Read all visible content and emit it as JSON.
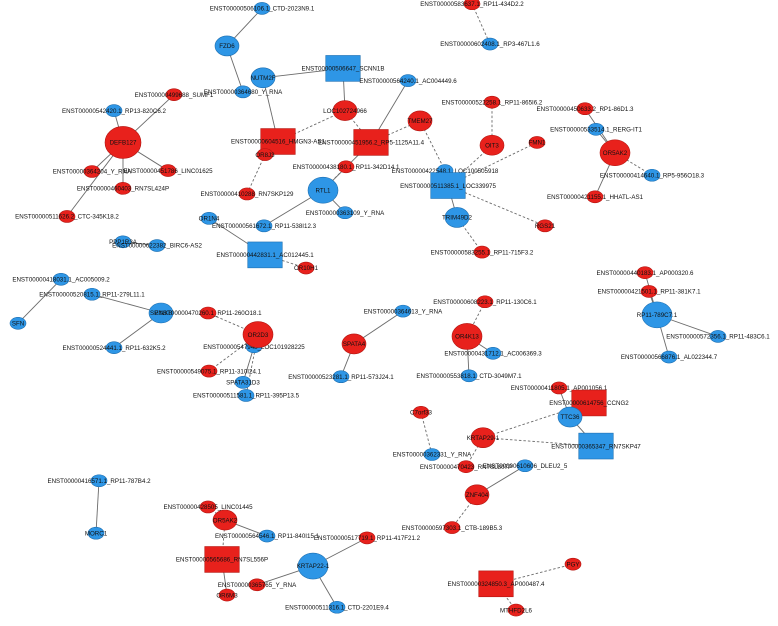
{
  "colors": {
    "up": "#e8211c",
    "down": "#2e96e6",
    "edge": "#6b6b6b"
  },
  "nodes": [
    {
      "id": "n1",
      "label": "ENST00000506106.1_CTD-2023N9.1",
      "color": "down",
      "shape": "circle",
      "size": "s"
    },
    {
      "id": "n2",
      "label": "FZD6",
      "color": "down",
      "shape": "circle",
      "size": "m"
    },
    {
      "id": "n3",
      "label": "ENST00000364680_Y_RNA",
      "color": "down",
      "shape": "circle",
      "size": "s"
    },
    {
      "id": "n4",
      "label": "ENST00000583637.1_RP11-434D2.2",
      "color": "up",
      "shape": "circle",
      "size": "s"
    },
    {
      "id": "n5",
      "label": "ENST00000602408.1_RP3-467L1.6",
      "color": "down",
      "shape": "circle",
      "size": "s"
    },
    {
      "id": "n6",
      "label": "ENST00000506647_SCNN1B",
      "color": "down",
      "shape": "square",
      "size": "l"
    },
    {
      "id": "n7",
      "label": "NUTM2F",
      "color": "down",
      "shape": "circle",
      "size": "m"
    },
    {
      "id": "n8",
      "label": "ENST00000564240.1_AC004449.6",
      "color": "down",
      "shape": "circle",
      "size": "s"
    },
    {
      "id": "n9",
      "label": "LOC102724966",
      "color": "up",
      "shape": "circle",
      "size": "m"
    },
    {
      "id": "n10",
      "label": "ENST00000499688_SUMF1",
      "color": "up",
      "shape": "circle",
      "size": "s"
    },
    {
      "id": "n11",
      "label": "ENST00000542420.1_RP13-820C6.2",
      "color": "down",
      "shape": "circle",
      "size": "s"
    },
    {
      "id": "n12",
      "label": "DEFB127",
      "color": "up",
      "shape": "circle",
      "size": "xl"
    },
    {
      "id": "n13",
      "label": "ENST00000364204_Y_RNA",
      "color": "up",
      "shape": "circle",
      "size": "s"
    },
    {
      "id": "n14",
      "label": "ENST00000451786_LINC01625",
      "color": "up",
      "shape": "circle",
      "size": "s"
    },
    {
      "id": "n15",
      "label": "ENST00000460403_RN7SL424P",
      "color": "up",
      "shape": "circle",
      "size": "s"
    },
    {
      "id": "n16",
      "label": "ENST00000511626.2_CTC-345K18.2",
      "color": "up",
      "shape": "circle",
      "size": "s"
    },
    {
      "id": "n17",
      "label": "ENST00000604516_HMGN3-AS1",
      "color": "up",
      "shape": "square",
      "size": "l"
    },
    {
      "id": "n18",
      "label": "OR8J3",
      "color": "up",
      "shape": "circle",
      "size": "s"
    },
    {
      "id": "n19",
      "label": "ENST00000410288_RN7SKP129",
      "color": "up",
      "shape": "circle",
      "size": "s"
    },
    {
      "id": "n20",
      "label": "ENST00000451956.2_RP5-1125A11.4",
      "color": "up",
      "shape": "square",
      "size": "l"
    },
    {
      "id": "n21",
      "label": "TMEM27",
      "color": "up",
      "shape": "circle",
      "size": "m"
    },
    {
      "id": "n22",
      "label": "ENST00000438180.1_RP11-342D14.1",
      "color": "up",
      "shape": "circle",
      "size": "s"
    },
    {
      "id": "n23",
      "label": "ENST00000422548.1_LOC100505918",
      "color": "down",
      "shape": "circle",
      "size": "s"
    },
    {
      "id": "n24",
      "label": "RTL1",
      "color": "down",
      "shape": "circle",
      "size": "l"
    },
    {
      "id": "n25",
      "label": "ENST00000561672.1_RP11-538I12.3",
      "color": "down",
      "shape": "circle",
      "size": "s"
    },
    {
      "id": "n26",
      "label": "ENST00000363109_Y_RNA",
      "color": "down",
      "shape": "circle",
      "size": "s"
    },
    {
      "id": "n27",
      "label": "ENST00000522258.1_RP11-865I6.2",
      "color": "up",
      "shape": "circle",
      "size": "s"
    },
    {
      "id": "n28",
      "label": "OIT3",
      "color": "up",
      "shape": "circle",
      "size": "m"
    },
    {
      "id": "n29",
      "label": "ENST00000511385.1_LOC339975",
      "color": "down",
      "shape": "square",
      "size": "l"
    },
    {
      "id": "n30",
      "label": "FMN1",
      "color": "up",
      "shape": "circle",
      "size": "s"
    },
    {
      "id": "n31",
      "label": "TRIM49D2",
      "color": "down",
      "shape": "circle",
      "size": "m"
    },
    {
      "id": "n32",
      "label": "RGS21",
      "color": "up",
      "shape": "circle",
      "size": "s"
    },
    {
      "id": "n33",
      "label": "ENST00000583255.1_RP11-715F3.2",
      "color": "up",
      "shape": "circle",
      "size": "s"
    },
    {
      "id": "n34",
      "label": "ENST00000450633.2_RP1-86D1.3",
      "color": "up",
      "shape": "circle",
      "size": "s"
    },
    {
      "id": "n35",
      "label": "ENST00000533514.1_RERG-IT1",
      "color": "down",
      "shape": "circle",
      "size": "s"
    },
    {
      "id": "n36",
      "label": "OR5AK2",
      "color": "up",
      "shape": "circle",
      "size": "l"
    },
    {
      "id": "n37",
      "label": "ENST00000414640.1_RP5-956O18.3",
      "color": "down",
      "shape": "circle",
      "size": "s"
    },
    {
      "id": "n38",
      "label": "ENST00000421155.1_HHATL-AS1",
      "color": "up",
      "shape": "circle",
      "size": "s"
    },
    {
      "id": "n39",
      "label": "OR1N4",
      "color": "down",
      "shape": "circle",
      "size": "s"
    },
    {
      "id": "n40",
      "label": "ENST00000442831.1_AC012445.1",
      "color": "down",
      "shape": "square",
      "size": "l"
    },
    {
      "id": "n41",
      "label": "OR10H1",
      "color": "up",
      "shape": "circle",
      "size": "s"
    },
    {
      "id": "n42",
      "label": "PPP1R3A",
      "color": "down",
      "shape": "circle",
      "size": "s"
    },
    {
      "id": "n43",
      "label": "ENST00000622382_BIRC6-AS2",
      "color": "down",
      "shape": "circle",
      "size": "s"
    },
    {
      "id": "n44",
      "label": "ENST00000418031.1_AC005009.2",
      "color": "down",
      "shape": "circle",
      "size": "s"
    },
    {
      "id": "n45",
      "label": "SFN",
      "color": "down",
      "shape": "circle",
      "size": "s"
    },
    {
      "id": "n46",
      "label": "ENST00000520815.1_RP11-279L11.1",
      "color": "down",
      "shape": "circle",
      "size": "s"
    },
    {
      "id": "n47",
      "label": "SPINK8",
      "color": "down",
      "shape": "circle",
      "size": "m"
    },
    {
      "id": "n48",
      "label": "ENST00000524441.1_RP11-632K5.2",
      "color": "down",
      "shape": "circle",
      "size": "s"
    },
    {
      "id": "n49",
      "label": "ENST00000547948_LOC101928225",
      "color": "down",
      "shape": "circle",
      "size": "s"
    },
    {
      "id": "n50",
      "label": "SPATA31D3",
      "color": "down",
      "shape": "circle",
      "size": "s"
    },
    {
      "id": "n51",
      "label": "ENST00000470260.1_RP11-260O18.1",
      "color": "up",
      "shape": "circle",
      "size": "s"
    },
    {
      "id": "n52",
      "label": "OR2D3",
      "color": "up",
      "shape": "circle",
      "size": "l"
    },
    {
      "id": "n53",
      "label": "ENST00000549075.1_RP11-310I24.1",
      "color": "up",
      "shape": "circle",
      "size": "s"
    },
    {
      "id": "n54",
      "label": "ENST00000511581.1_RP11-395P13.5",
      "color": "down",
      "shape": "circle",
      "size": "s"
    },
    {
      "id": "n55",
      "label": "ENST00000364613_Y_RNA",
      "color": "down",
      "shape": "circle",
      "size": "s"
    },
    {
      "id": "n56",
      "label": "SPATA4",
      "color": "up",
      "shape": "circle",
      "size": "m"
    },
    {
      "id": "n57",
      "label": "ENST00000523281.1_RP11-573J24.1",
      "color": "down",
      "shape": "circle",
      "size": "s"
    },
    {
      "id": "n58",
      "label": "ENST00000608223.1_RP11-130C6.1",
      "color": "up",
      "shape": "circle",
      "size": "s"
    },
    {
      "id": "n59",
      "label": "OR4K13",
      "color": "up",
      "shape": "circle",
      "size": "l"
    },
    {
      "id": "n60",
      "label": "ENST00000431712.1_AC006369.3",
      "color": "down",
      "shape": "circle",
      "size": "s"
    },
    {
      "id": "n61",
      "label": "ENST00000553818.1_CTD-3049M7.1",
      "color": "down",
      "shape": "circle",
      "size": "s"
    },
    {
      "id": "n62",
      "label": "ENST00000440183.1_AP000320.6",
      "color": "up",
      "shape": "circle",
      "size": "s"
    },
    {
      "id": "n63",
      "label": "ENST00000421501.1_RP11-381K7.1",
      "color": "up",
      "shape": "circle",
      "size": "s"
    },
    {
      "id": "n64",
      "label": "RP11-789C7.1",
      "color": "down",
      "shape": "circle",
      "size": "l"
    },
    {
      "id": "n65",
      "label": "ENST00000572356.1_RP11-483C6.1",
      "color": "down",
      "shape": "circle",
      "size": "s"
    },
    {
      "id": "n66",
      "label": "ENST00000566876.1_AL022344.7",
      "color": "down",
      "shape": "circle",
      "size": "s"
    },
    {
      "id": "n67",
      "label": "ENST00000411805.1_AP001056.1",
      "color": "up",
      "shape": "circle",
      "size": "s"
    },
    {
      "id": "n68",
      "label": "ENST00000614756_CCNG2",
      "color": "up",
      "shape": "square",
      "size": "l"
    },
    {
      "id": "n69",
      "label": "TTC36",
      "color": "down",
      "shape": "circle",
      "size": "m"
    },
    {
      "id": "n70",
      "label": "KRTAP29-1",
      "color": "up",
      "shape": "circle",
      "size": "m"
    },
    {
      "id": "n71",
      "label": "ENST00000365347_RN7SKP47",
      "color": "down",
      "shape": "square",
      "size": "l"
    },
    {
      "id": "n72",
      "label": "ENST00000470423_RN7SL807P",
      "color": "up",
      "shape": "circle",
      "size": "s"
    },
    {
      "id": "n73",
      "label": "C7orf33",
      "color": "up",
      "shape": "circle",
      "size": "s"
    },
    {
      "id": "n74",
      "label": "ENST00000362331_Y_RNA",
      "color": "down",
      "shape": "circle",
      "size": "s"
    },
    {
      "id": "n75",
      "label": "ENST00000416571.1_RP11-787B4.2",
      "color": "down",
      "shape": "circle",
      "size": "s"
    },
    {
      "id": "n76",
      "label": "MORC1",
      "color": "down",
      "shape": "circle",
      "size": "s"
    },
    {
      "id": "n77",
      "label": "ENST00000428505_LINC01445",
      "color": "up",
      "shape": "circle",
      "size": "s"
    },
    {
      "id": "n78",
      "label": "OR5AK2",
      "color": "up",
      "shape": "circle",
      "size": "m"
    },
    {
      "id": "n79",
      "label": "ENST00000564546.1_RP11-840I15.1",
      "color": "down",
      "shape": "circle",
      "size": "s"
    },
    {
      "id": "n80",
      "label": "ENST00000565686_RN7SL556P",
      "color": "up",
      "shape": "square",
      "size": "l"
    },
    {
      "id": "n81",
      "label": "OR6M3",
      "color": "up",
      "shape": "circle",
      "size": "s"
    },
    {
      "id": "n82",
      "label": "ENST00000610606_DLEU2_5",
      "color": "down",
      "shape": "circle",
      "size": "s"
    },
    {
      "id": "n83",
      "label": "ZNF404",
      "color": "up",
      "shape": "circle",
      "size": "m"
    },
    {
      "id": "n84",
      "label": "ENST00000597303.1_CTB-189B5.3",
      "color": "up",
      "shape": "circle",
      "size": "s"
    },
    {
      "id": "n85",
      "label": "ENST00000517719.1_RP11-417F21.2",
      "color": "up",
      "shape": "circle",
      "size": "s"
    },
    {
      "id": "n86",
      "label": "KRTAP22-1",
      "color": "down",
      "shape": "circle",
      "size": "l"
    },
    {
      "id": "n87",
      "label": "ENST00000365765_Y_RNA",
      "color": "up",
      "shape": "circle",
      "size": "s"
    },
    {
      "id": "n88",
      "label": "ENST00000511316.1_CTD-2201E9.4",
      "color": "down",
      "shape": "circle",
      "size": "s"
    },
    {
      "id": "n89",
      "label": "PGY",
      "color": "up",
      "shape": "circle",
      "size": "s"
    },
    {
      "id": "n90",
      "label": "ENST00000324850.3_AP000487.4",
      "color": "up",
      "shape": "square",
      "size": "l"
    },
    {
      "id": "n91",
      "label": "MTHFD2L6",
      "color": "up",
      "shape": "circle",
      "size": "s"
    }
  ],
  "edges": [
    {
      "s": "n1",
      "t": "n2",
      "style": "solid"
    },
    {
      "s": "n2",
      "t": "n3",
      "style": "solid"
    },
    {
      "s": "n4",
      "t": "n5",
      "style": "dashed"
    },
    {
      "s": "n6",
      "t": "n7",
      "style": "solid"
    },
    {
      "s": "n6",
      "t": "n9",
      "style": "solid"
    },
    {
      "s": "n7",
      "t": "n17",
      "style": "solid"
    },
    {
      "s": "n9",
      "t": "n17",
      "style": "dashed"
    },
    {
      "s": "n9",
      "t": "n20",
      "style": "dashed"
    },
    {
      "s": "n8",
      "t": "n20",
      "style": "solid"
    },
    {
      "s": "n10",
      "t": "n12",
      "style": "solid"
    },
    {
      "s": "n11",
      "t": "n12",
      "style": "solid"
    },
    {
      "s": "n12",
      "t": "n13",
      "style": "solid"
    },
    {
      "s": "n12",
      "t": "n14",
      "style": "solid"
    },
    {
      "s": "n12",
      "t": "n15",
      "style": "solid"
    },
    {
      "s": "n12",
      "t": "n16",
      "style": "solid"
    },
    {
      "s": "n17",
      "t": "n18",
      "style": "solid"
    },
    {
      "s": "n18",
      "t": "n19",
      "style": "dashed"
    },
    {
      "s": "n20",
      "t": "n21",
      "style": "dashed"
    },
    {
      "s": "n21",
      "t": "n23",
      "style": "dashed"
    },
    {
      "s": "n20",
      "t": "n24",
      "style": "solid"
    },
    {
      "s": "n22",
      "t": "n24",
      "style": "dashed"
    },
    {
      "s": "n24",
      "t": "n25",
      "style": "solid"
    },
    {
      "s": "n24",
      "t": "n26",
      "style": "solid"
    },
    {
      "s": "n27",
      "t": "n28",
      "style": "dashed"
    },
    {
      "s": "n28",
      "t": "n29",
      "style": "dashed"
    },
    {
      "s": "n29",
      "t": "n30",
      "style": "dashed"
    },
    {
      "s": "n29",
      "t": "n31",
      "style": "solid"
    },
    {
      "s": "n29",
      "t": "n32",
      "style": "dashed"
    },
    {
      "s": "n31",
      "t": "n33",
      "style": "dashed"
    },
    {
      "s": "n34",
      "t": "n36",
      "style": "solid"
    },
    {
      "s": "n35",
      "t": "n36",
      "style": "solid"
    },
    {
      "s": "n36",
      "t": "n37",
      "style": "dashed"
    },
    {
      "s": "n36",
      "t": "n38",
      "style": "solid"
    },
    {
      "s": "n39",
      "t": "n40",
      "style": "solid"
    },
    {
      "s": "n40",
      "t": "n41",
      "style": "dashed"
    },
    {
      "s": "n42",
      "t": "n43",
      "style": "solid"
    },
    {
      "s": "n44",
      "t": "n45",
      "style": "solid"
    },
    {
      "s": "n46",
      "t": "n47",
      "style": "solid"
    },
    {
      "s": "n47",
      "t": "n48",
      "style": "solid"
    },
    {
      "s": "n49",
      "t": "n50",
      "style": "solid"
    },
    {
      "s": "n51",
      "t": "n52",
      "style": "dashed"
    },
    {
      "s": "n52",
      "t": "n53",
      "style": "dashed"
    },
    {
      "s": "n52",
      "t": "n54",
      "style": "dashed"
    },
    {
      "s": "n55",
      "t": "n56",
      "style": "solid"
    },
    {
      "s": "n56",
      "t": "n57",
      "style": "solid"
    },
    {
      "s": "n58",
      "t": "n59",
      "style": "dashed"
    },
    {
      "s": "n59",
      "t": "n60",
      "style": "solid"
    },
    {
      "s": "n59",
      "t": "n61",
      "style": "solid"
    },
    {
      "s": "n62",
      "t": "n64",
      "style": "solid"
    },
    {
      "s": "n63",
      "t": "n64",
      "style": "solid"
    },
    {
      "s": "n64",
      "t": "n65",
      "style": "solid"
    },
    {
      "s": "n64",
      "t": "n66",
      "style": "solid"
    },
    {
      "s": "n67",
      "t": "n69",
      "style": "solid"
    },
    {
      "s": "n68",
      "t": "n69",
      "style": "solid"
    },
    {
      "s": "n68",
      "t": "n70",
      "style": "dashed"
    },
    {
      "s": "n69",
      "t": "n71",
      "style": "solid"
    },
    {
      "s": "n70",
      "t": "n71",
      "style": "dashed"
    },
    {
      "s": "n70",
      "t": "n72",
      "style": "dashed"
    },
    {
      "s": "n73",
      "t": "n74",
      "style": "dashed"
    },
    {
      "s": "n75",
      "t": "n76",
      "style": "solid"
    },
    {
      "s": "n77",
      "t": "n78",
      "style": "dashed"
    },
    {
      "s": "n78",
      "t": "n79",
      "style": "solid"
    },
    {
      "s": "n78",
      "t": "n80",
      "style": "dashed"
    },
    {
      "s": "n80",
      "t": "n81",
      "style": "solid"
    },
    {
      "s": "n82",
      "t": "n83",
      "style": "solid"
    },
    {
      "s": "n83",
      "t": "n84",
      "style": "dashed"
    },
    {
      "s": "n85",
      "t": "n86",
      "style": "solid"
    },
    {
      "s": "n86",
      "t": "n87",
      "style": "solid"
    },
    {
      "s": "n86",
      "t": "n88",
      "style": "solid"
    },
    {
      "s": "n89",
      "t": "n90",
      "style": "dashed"
    },
    {
      "s": "n90",
      "t": "n91",
      "style": "dashed"
    }
  ]
}
